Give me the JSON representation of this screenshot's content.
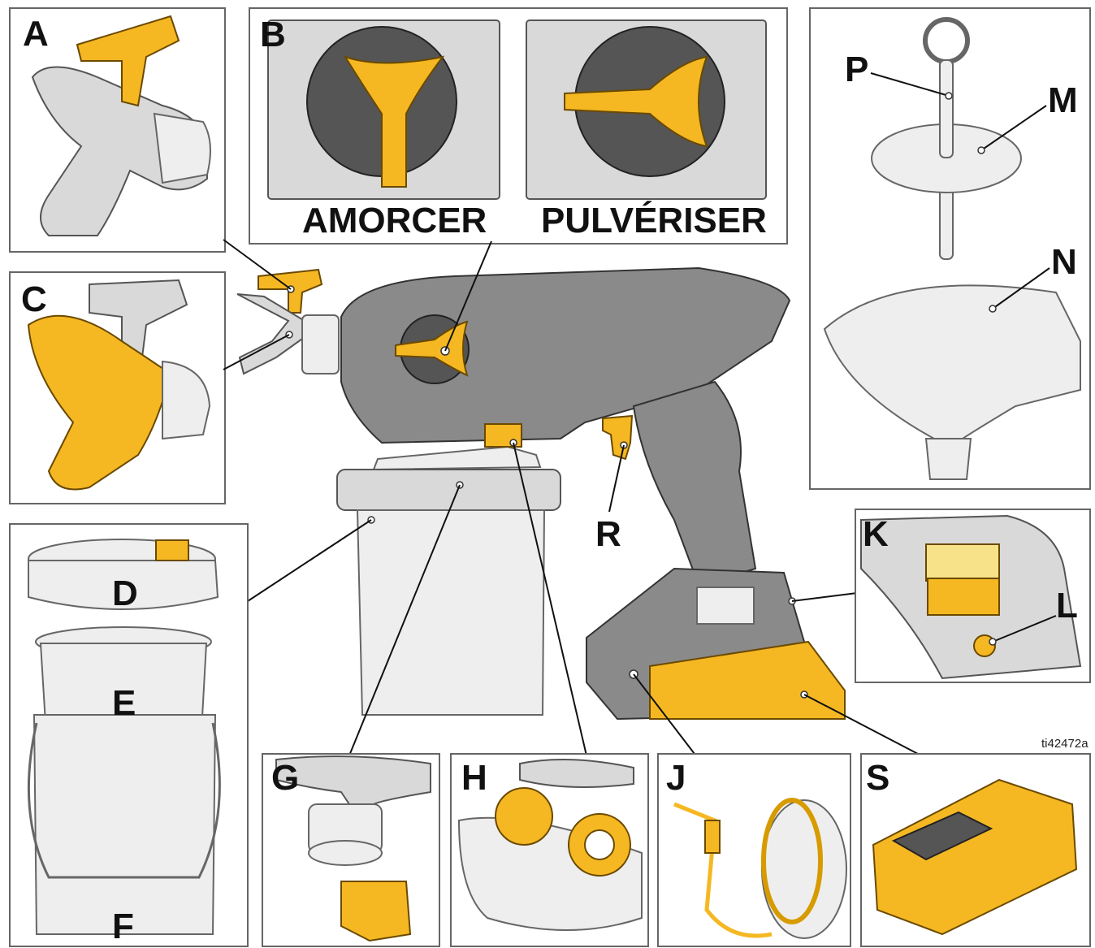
{
  "labels": {
    "A": "A",
    "B": "B",
    "C": "C",
    "D": "D",
    "E": "E",
    "F": "F",
    "G": "G",
    "H": "H",
    "J": "J",
    "K": "K",
    "L": "L",
    "M": "M",
    "N": "N",
    "P": "P",
    "R": "R",
    "S": "S"
  },
  "states": {
    "prime": "AMORCER",
    "spray": "PULVÉRISER"
  },
  "figure_ref": "ti42472a",
  "colors": {
    "accent_yellow": "#f5b823",
    "body_gray": "#8a8a8a",
    "light_gray": "#d9d9d9"
  }
}
